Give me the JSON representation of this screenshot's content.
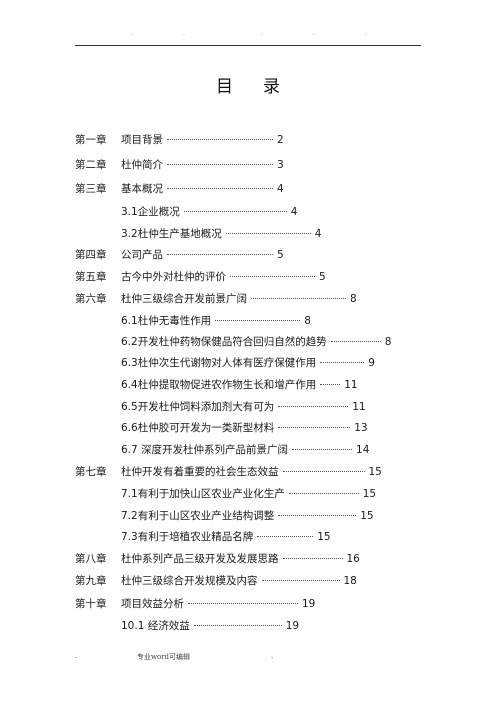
{
  "header": {
    "dots": [
      ".",
      ".",
      ".",
      ".",
      "."
    ]
  },
  "title": "目录",
  "toc": [
    {
      "chapter": "第一章",
      "text": "项目背景",
      "page": "2",
      "level": 1
    },
    {
      "chapter": "第二章",
      "text": "杜仲简介",
      "page": "3",
      "level": 1
    },
    {
      "chapter": "第三章",
      "text": "基本概况",
      "page": "4",
      "level": 1
    },
    {
      "chapter": "",
      "text": "3.1企业概况",
      "page": "4",
      "level": 2
    },
    {
      "chapter": "",
      "text": "3.2杜仲生产基地概况",
      "page": "4",
      "level": 2
    },
    {
      "chapter": "第四章",
      "text": "公司产品",
      "page": "5",
      "level": 1
    },
    {
      "chapter": "第五章",
      "text": "古今中外对杜仲的评价",
      "page": "5",
      "level": 1
    },
    {
      "chapter": "第六章",
      "text": "杜仲三级综合开发前景广阔",
      "page": "8",
      "level": 1
    },
    {
      "chapter": "",
      "text": "6.1杜仲无毒性作用",
      "page": "8",
      "level": 2
    },
    {
      "chapter": "",
      "text": "6.2开发杜仲药物保健品符合回归自然的趋势",
      "page": "8",
      "level": 2
    },
    {
      "chapter": "",
      "text": "6.3杜仲次生代谢物对人体有医疗保健作用",
      "page": "9",
      "level": 2
    },
    {
      "chapter": "",
      "text": "6.4杜仲提取物促进农作物生长和增产作用",
      "page": "11",
      "level": 2
    },
    {
      "chapter": "",
      "text": "6.5开发杜仲饲料添加剂大有可为",
      "page": "11",
      "level": 2
    },
    {
      "chapter": "",
      "text": "6.6杜仲胶可开发为一类新型材料",
      "page": "13",
      "level": 2
    },
    {
      "chapter": "",
      "text": "6.7 深度开发杜仲系列产品前景广阔",
      "page": "14",
      "level": 2
    },
    {
      "chapter": "第七章",
      "text": "杜仲开发有着重要的社会生态效益",
      "page": "15",
      "level": 1
    },
    {
      "chapter": "",
      "text": "7.1有利于加快山区农业产业化生产",
      "page": "15",
      "level": 2
    },
    {
      "chapter": "",
      "text": "7.2有利于山区农业产业结构调整",
      "page": "15",
      "level": 2
    },
    {
      "chapter": "",
      "text": "7.3有利于培植农业精品名牌",
      "page": "15",
      "level": 2
    },
    {
      "chapter": "第八章",
      "text": "杜仲系列产品三级开发及发展思路",
      "page": "16",
      "level": 1
    },
    {
      "chapter": "第九章",
      "text": "杜仲三级综合开发规模及内容",
      "page": "18",
      "level": 1
    },
    {
      "chapter": "第十章",
      "text": "项目效益分析",
      "page": "19",
      "level": 1
    },
    {
      "chapter": "",
      "text": "10.1 经济效益",
      "page": "19",
      "level": 2
    }
  ],
  "footer": {
    "left_dot": ".",
    "text": "专业word可编辑",
    "right_dot": "."
  }
}
